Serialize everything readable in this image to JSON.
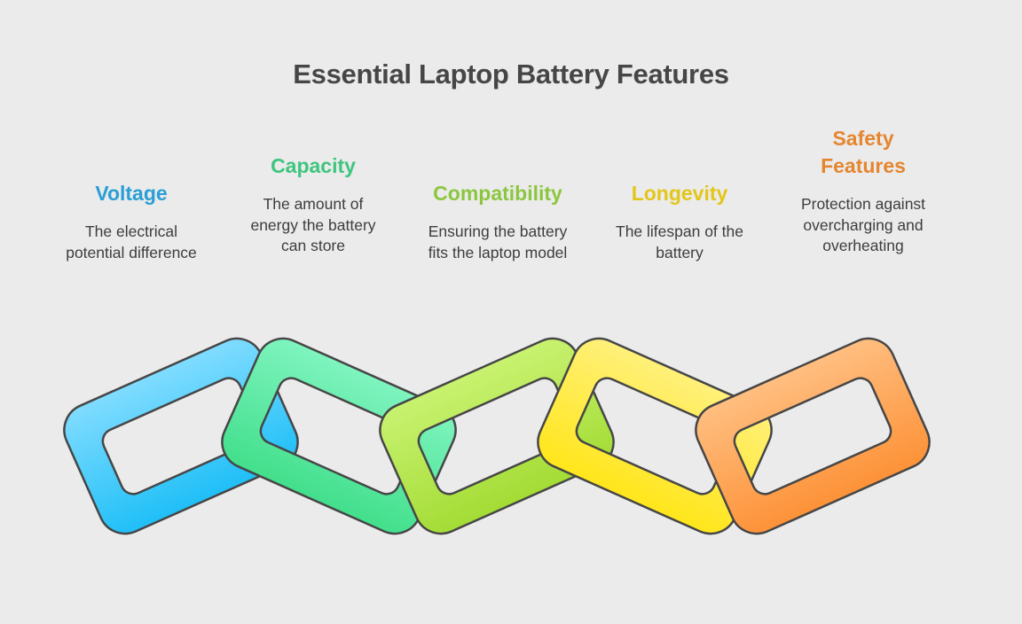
{
  "title": "Essential Laptop Battery Features",
  "features": [
    {
      "name": "Voltage",
      "description": "The electrical potential difference",
      "color": "#2a9fd6"
    },
    {
      "name": "Capacity",
      "description": "The amount of energy the battery can store",
      "color": "#3ec57e"
    },
    {
      "name": "Compatibility",
      "description": "Ensuring the battery fits the laptop model",
      "color": "#8cc63f"
    },
    {
      "name": "Longevity",
      "description": "The lifespan of the battery",
      "color": "#e3c61b"
    },
    {
      "name": "Safety Features",
      "description": "Protection against overcharging and overheating",
      "color": "#e5862f"
    }
  ],
  "chain": {
    "icon": "chain-link-icon",
    "link_colors": [
      {
        "light": "#80dcff",
        "dark": "#1fbff7"
      },
      {
        "light": "#7ff4bf",
        "dark": "#42df8c"
      },
      {
        "light": "#c8f270",
        "dark": "#a4dc35"
      },
      {
        "light": "#fff07a",
        "dark": "#ffe61b"
      },
      {
        "light": "#ffbe80",
        "dark": "#fd9238"
      }
    ],
    "stroke": "#464646"
  }
}
